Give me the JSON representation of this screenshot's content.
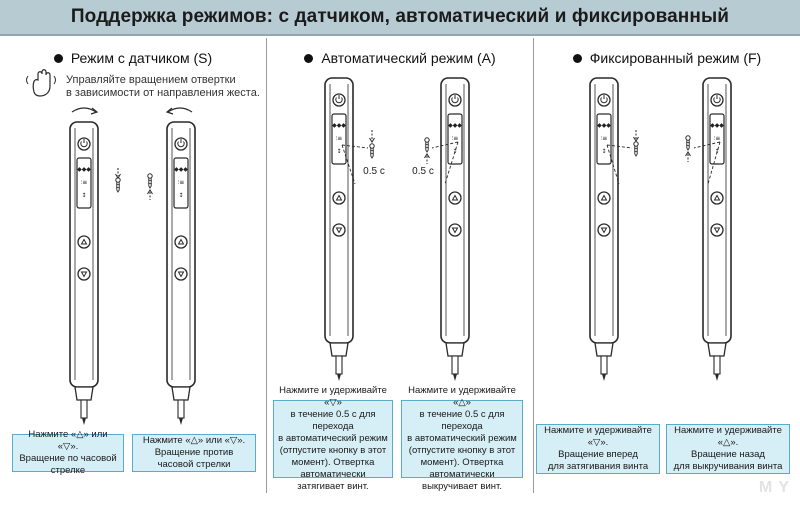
{
  "title": "Поддержка режимов: с датчиком, автоматический и фиксированный",
  "panels": {
    "sensor": {
      "heading": "Режим с датчиком (S)",
      "hint_line1": "Управляйте вращением отвертки",
      "hint_line2": "в зависимости от направления жеста.",
      "left_box": [
        "Нажмите «△» или «▽».",
        "Вращение по часовой стрелке"
      ],
      "right_box": [
        "Нажмите «△» или «▽».",
        "Вращение против часовой стрелки"
      ]
    },
    "auto": {
      "heading": "Автоматический режим (A)",
      "delay_left": "0.5 с",
      "delay_right": "0.5 с",
      "left_box": [
        "Нажмите и удерживайте «▽»",
        "в течение 0.5 с для перехода",
        "в автоматический режим",
        "(отпустите кнопку в этот",
        "момент). Отвертка автоматически",
        "затягивает винт."
      ],
      "right_box": [
        "Нажмите и удерживайте «△»",
        "в течение 0.5 с для перехода",
        "в автоматический режим",
        "(отпустите кнопку в этот",
        "момент). Отвертка автоматически",
        "выкручивает винт."
      ]
    },
    "fixed": {
      "heading": "Фиксированный режим (F)",
      "left_box": [
        "Нажмите и удерживайте «▽».",
        "Вращение вперед",
        "для затягивания винта"
      ],
      "right_box": [
        "Нажмите и удерживайте «△».",
        "Вращение назад",
        "для выкручивания винта"
      ]
    }
  },
  "watermark": "M Y",
  "colors": {
    "title_bg": "#b7cbd3",
    "box_border": "#58aeca",
    "box_bg": "#d6eef6",
    "pen_stroke": "#2a2a2a"
  }
}
